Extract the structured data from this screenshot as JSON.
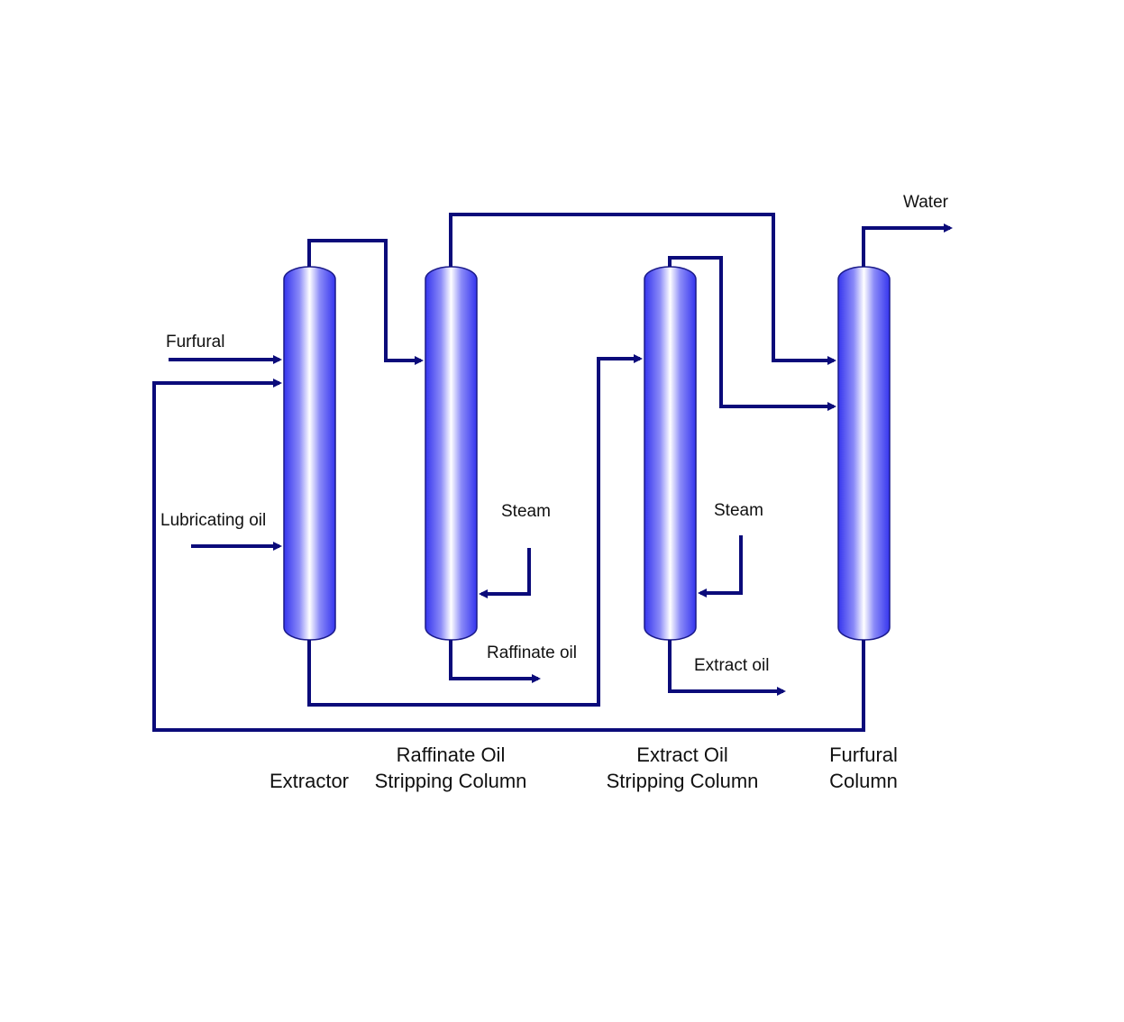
{
  "streams": {
    "furfural": "Furfural",
    "lubricating_oil": "Lubricating oil",
    "steam_1": "Steam",
    "raffinate_oil": "Raffinate oil",
    "steam_2": "Steam",
    "extract_oil": "Extract oil",
    "water": "Water"
  },
  "columns": {
    "extractor": {
      "line1": "Extractor"
    },
    "raffinate": {
      "line1": "Raffinate Oil",
      "line2": "Stripping Column"
    },
    "extract": {
      "line1": "Extract Oil",
      "line2": "Stripping Column"
    },
    "furfural": {
      "line1": "Furfural",
      "line2": "Column"
    }
  },
  "colors": {
    "pipe": "#0b0b7a",
    "column_edge": "#3a3af0",
    "column_center": "#ffffff"
  }
}
